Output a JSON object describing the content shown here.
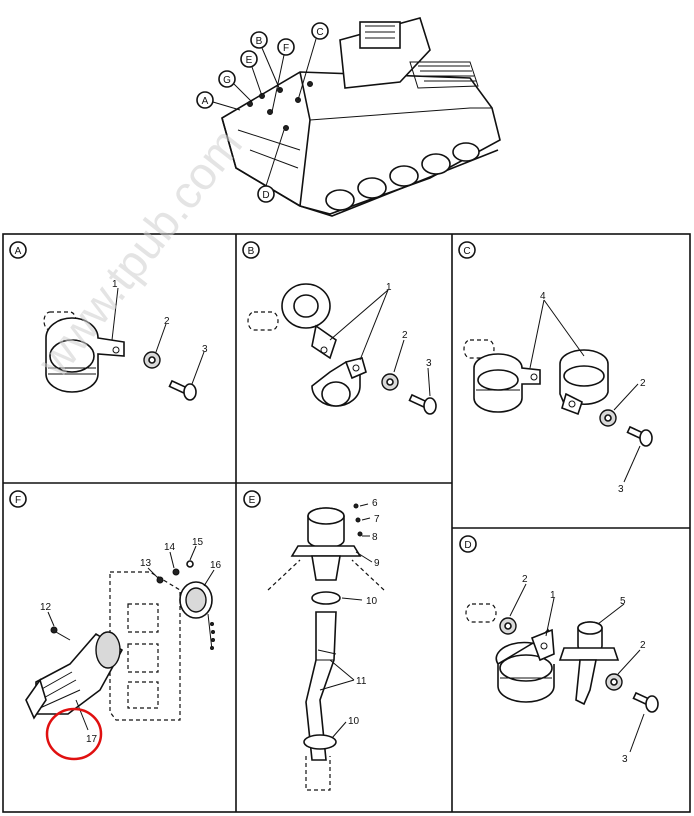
{
  "watermark": "www.tpub.com",
  "locator": {
    "callouts": [
      "A",
      "G",
      "E",
      "B",
      "F",
      "C",
      "D"
    ]
  },
  "panels": {
    "A": {
      "letter": "A",
      "items": [
        "1",
        "2",
        "3"
      ]
    },
    "B": {
      "letter": "B",
      "items": [
        "1",
        "2",
        "3"
      ]
    },
    "C": {
      "letter": "C",
      "items": [
        "4",
        "2",
        "3"
      ]
    },
    "F": {
      "letter": "F",
      "items": [
        "12",
        "13",
        "14",
        "15",
        "16",
        "17"
      ]
    },
    "E": {
      "letter": "E",
      "items": [
        "6",
        "7",
        "8",
        "9",
        "10",
        "11",
        "10"
      ]
    },
    "D": {
      "letter": "D",
      "items": [
        "2",
        "1",
        "5",
        "2",
        "3"
      ]
    }
  },
  "highlight": {
    "item": "17",
    "color": "#e01010"
  },
  "colors": {
    "line": "#111111",
    "highlight": "#e01010",
    "watermark": "#cfcfcf"
  }
}
